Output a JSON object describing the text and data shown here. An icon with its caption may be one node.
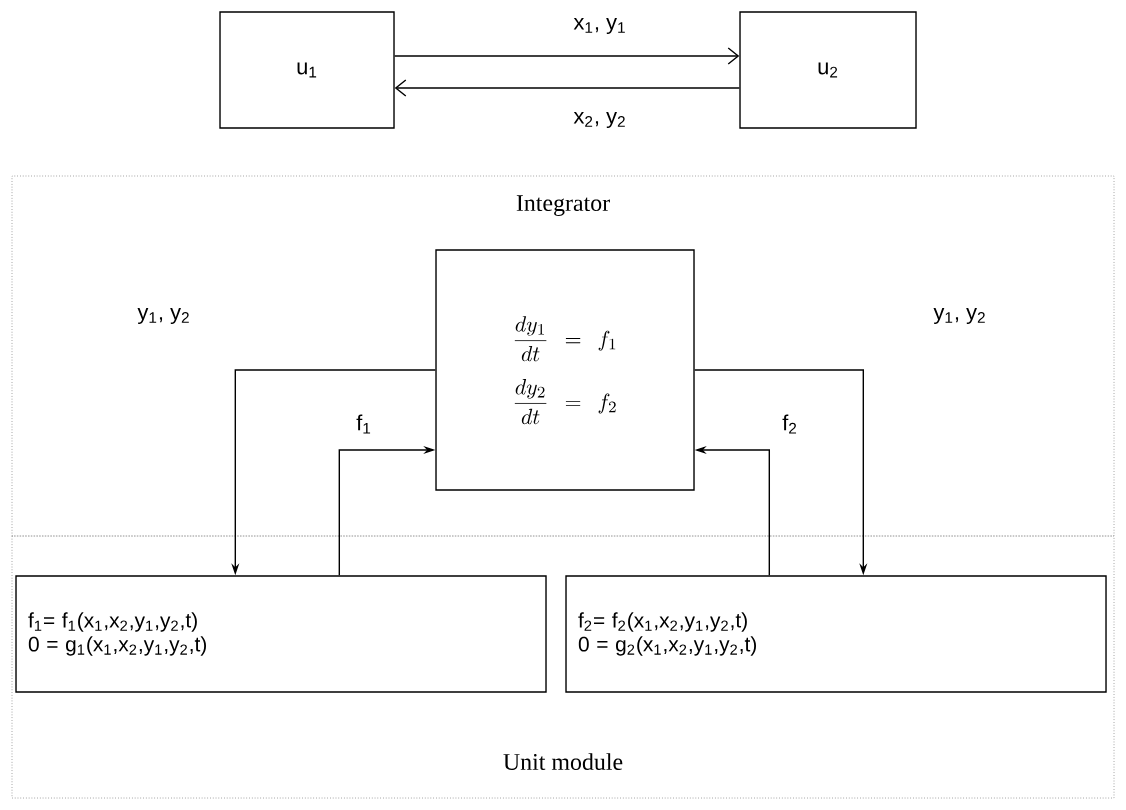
{
  "diagram": {
    "nodes": [
      {
        "text": [
          "u$_{1}$"
        ]
      },
      {
        "text": [
          "u$_{2}$"
        ]
      },
      {
        "text": [
          "Integrator"
        ]
      },
      {
        "text": [
          "Unit module"
        ]
      },
      {
        "text": [
          "\\frac{dy_1}{dt} = f_1",
          "\\frac{dy_2}{dt} = f_2"
        ],
        "in": 2
      },
      {
        "text": [
          "f$_{1}$= f$_{1}$(x$_{1}$,x$_{2}$,y$_{1}$,y$_{2}$,t)",
          "0 = g$_{1}$(x$_{1}$,x$_{2}$,y$_{1}$,y$_{2}$,t)"
        ],
        "in": 3
      },
      {
        "text": [
          "f$_{2}$= f$_{2}$(x$_{1}$,x$_{2}$,y$_{1}$,y$_{2}$,t)",
          "0 = g$_{2}$(x$_{1}$,x$_{2}$,y$_{1}$,y$_{2}$,t)"
        ],
        "in": 3
      }
    ],
    "edges": [
      {
        "from": 0,
        "to": 1,
        "arrow": "to",
        "label": "x$_{1}$,  y$_{1}$"
      },
      {
        "from": 1,
        "to": 0,
        "arrow": "to",
        "label": "x$_{2}$,  y$_{2}$"
      },
      {
        "from": 4,
        "to": 5,
        "arrow": "to",
        "label": "y$_{1}$, y$_{2}$"
      },
      {
        "from": 5,
        "to": 4,
        "arrow": "to",
        "label": "f$_{1}$"
      },
      {
        "from": 4,
        "to": 6,
        "arrow": "to",
        "label": "y$_{1}$, y$_{2}$"
      },
      {
        "from": 6,
        "to": 4,
        "arrow": "to",
        "label": "f$_{2}$"
      }
    ]
  }
}
